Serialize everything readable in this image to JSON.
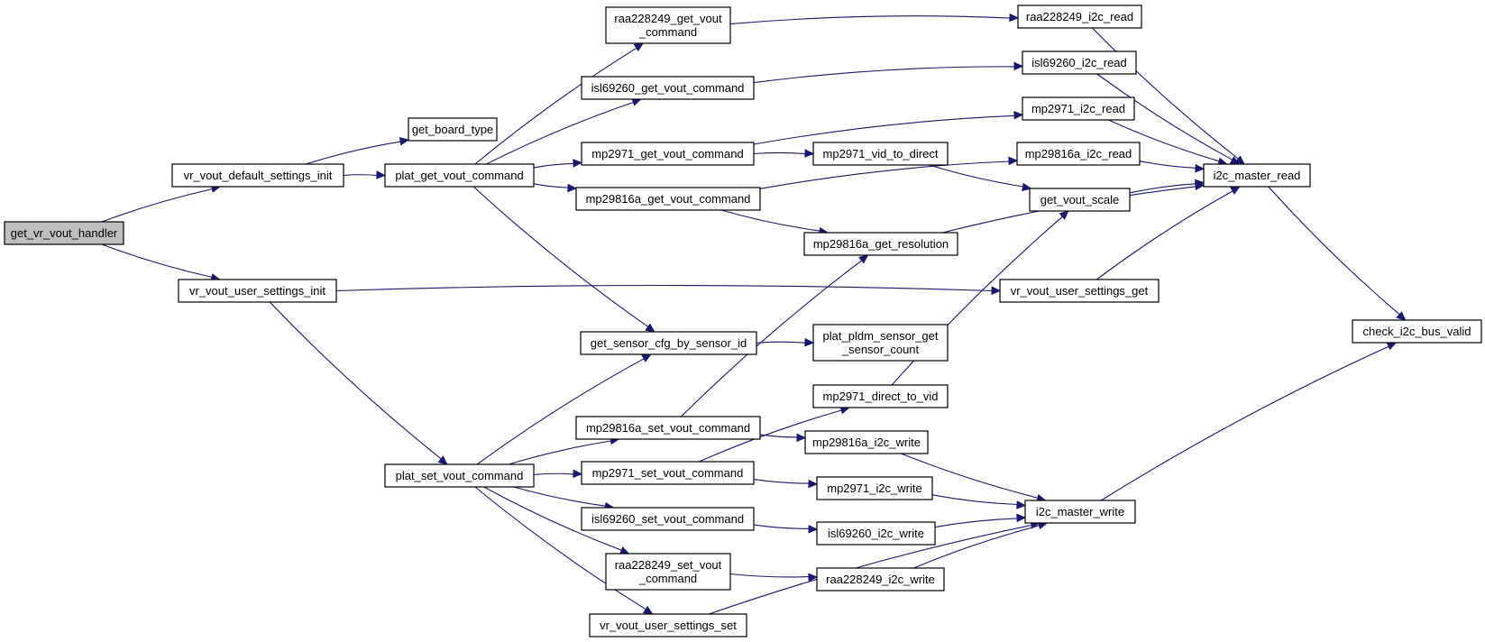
{
  "graph": {
    "colors": {
      "edge": "#191970",
      "node_fill": "#ffffff",
      "root_fill": "#bfbfbf",
      "border": "#000000"
    },
    "nodes": [
      {
        "id": "get_vr_vout_handler",
        "lines": [
          "get_vr_vout_handler"
        ],
        "root": true
      },
      {
        "id": "vr_vout_default_settings_init",
        "lines": [
          "vr_vout_default_settings_init"
        ]
      },
      {
        "id": "vr_vout_user_settings_init",
        "lines": [
          "vr_vout_user_settings_init"
        ]
      },
      {
        "id": "get_board_type",
        "lines": [
          "get_board_type"
        ]
      },
      {
        "id": "plat_get_vout_command",
        "lines": [
          "plat_get_vout_command"
        ]
      },
      {
        "id": "plat_set_vout_command",
        "lines": [
          "plat_set_vout_command"
        ]
      },
      {
        "id": "raa228249_get_vout_command",
        "lines": [
          "raa228249_get_vout",
          "_command"
        ]
      },
      {
        "id": "isl69260_get_vout_command",
        "lines": [
          "isl69260_get_vout_command"
        ]
      },
      {
        "id": "mp2971_get_vout_command",
        "lines": [
          "mp2971_get_vout_command"
        ]
      },
      {
        "id": "mp29816a_get_vout_command",
        "lines": [
          "mp29816a_get_vout_command"
        ]
      },
      {
        "id": "get_sensor_cfg_by_sensor_id",
        "lines": [
          "get_sensor_cfg_by_sensor_id"
        ]
      },
      {
        "id": "mp29816a_set_vout_command",
        "lines": [
          "mp29816a_set_vout_command"
        ]
      },
      {
        "id": "mp2971_set_vout_command",
        "lines": [
          "mp2971_set_vout_command"
        ]
      },
      {
        "id": "isl69260_set_vout_command",
        "lines": [
          "isl69260_set_vout_command"
        ]
      },
      {
        "id": "raa228249_set_vout_command",
        "lines": [
          "raa228249_set_vout",
          "_command"
        ]
      },
      {
        "id": "vr_vout_user_settings_set",
        "lines": [
          "vr_vout_user_settings_set"
        ]
      },
      {
        "id": "mp2971_vid_to_direct",
        "lines": [
          "mp2971_vid_to_direct"
        ]
      },
      {
        "id": "mp29816a_get_resolution",
        "lines": [
          "mp29816a_get_resolution"
        ]
      },
      {
        "id": "plat_pldm_sensor_get_sensor_count",
        "lines": [
          "plat_pldm_sensor_get",
          "_sensor_count"
        ]
      },
      {
        "id": "mp2971_direct_to_vid",
        "lines": [
          "mp2971_direct_to_vid"
        ]
      },
      {
        "id": "mp29816a_i2c_write",
        "lines": [
          "mp29816a_i2c_write"
        ]
      },
      {
        "id": "mp2971_i2c_write",
        "lines": [
          "mp2971_i2c_write"
        ]
      },
      {
        "id": "isl69260_i2c_write",
        "lines": [
          "isl69260_i2c_write"
        ]
      },
      {
        "id": "raa228249_i2c_write",
        "lines": [
          "raa228249_i2c_write"
        ]
      },
      {
        "id": "raa228249_i2c_read",
        "lines": [
          "raa228249_i2c_read"
        ]
      },
      {
        "id": "isl69260_i2c_read",
        "lines": [
          "isl69260_i2c_read"
        ]
      },
      {
        "id": "mp2971_i2c_read",
        "lines": [
          "mp2971_i2c_read"
        ]
      },
      {
        "id": "mp29816a_i2c_read",
        "lines": [
          "mp29816a_i2c_read"
        ]
      },
      {
        "id": "get_vout_scale",
        "lines": [
          "get_vout_scale"
        ]
      },
      {
        "id": "vr_vout_user_settings_get",
        "lines": [
          "vr_vout_user_settings_get"
        ]
      },
      {
        "id": "i2c_master_read",
        "lines": [
          "i2c_master_read"
        ]
      },
      {
        "id": "i2c_master_write",
        "lines": [
          "i2c_master_write"
        ]
      },
      {
        "id": "check_i2c_bus_valid",
        "lines": [
          "check_i2c_bus_valid"
        ]
      }
    ],
    "edges": [
      [
        "get_vr_vout_handler",
        "vr_vout_default_settings_init"
      ],
      [
        "get_vr_vout_handler",
        "vr_vout_user_settings_init"
      ],
      [
        "vr_vout_default_settings_init",
        "get_board_type"
      ],
      [
        "vr_vout_default_settings_init",
        "plat_get_vout_command"
      ],
      [
        "vr_vout_user_settings_init",
        "vr_vout_user_settings_get"
      ],
      [
        "vr_vout_user_settings_init",
        "plat_set_vout_command"
      ],
      [
        "plat_get_vout_command",
        "raa228249_get_vout_command"
      ],
      [
        "plat_get_vout_command",
        "isl69260_get_vout_command"
      ],
      [
        "plat_get_vout_command",
        "mp2971_get_vout_command"
      ],
      [
        "plat_get_vout_command",
        "mp29816a_get_vout_command"
      ],
      [
        "plat_get_vout_command",
        "get_sensor_cfg_by_sensor_id"
      ],
      [
        "plat_set_vout_command",
        "get_sensor_cfg_by_sensor_id"
      ],
      [
        "plat_set_vout_command",
        "mp29816a_set_vout_command"
      ],
      [
        "plat_set_vout_command",
        "mp2971_set_vout_command"
      ],
      [
        "plat_set_vout_command",
        "isl69260_set_vout_command"
      ],
      [
        "plat_set_vout_command",
        "raa228249_set_vout_command"
      ],
      [
        "plat_set_vout_command",
        "vr_vout_user_settings_set"
      ],
      [
        "raa228249_get_vout_command",
        "raa228249_i2c_read"
      ],
      [
        "isl69260_get_vout_command",
        "isl69260_i2c_read"
      ],
      [
        "mp2971_get_vout_command",
        "mp2971_i2c_read"
      ],
      [
        "mp2971_get_vout_command",
        "mp2971_vid_to_direct"
      ],
      [
        "mp29816a_get_vout_command",
        "mp29816a_i2c_read"
      ],
      [
        "mp29816a_get_vout_command",
        "mp29816a_get_resolution"
      ],
      [
        "get_sensor_cfg_by_sensor_id",
        "plat_pldm_sensor_get_sensor_count"
      ],
      [
        "mp29816a_set_vout_command",
        "mp29816a_get_resolution"
      ],
      [
        "mp29816a_set_vout_command",
        "mp29816a_i2c_write"
      ],
      [
        "mp2971_set_vout_command",
        "mp2971_direct_to_vid"
      ],
      [
        "mp2971_set_vout_command",
        "mp2971_i2c_write"
      ],
      [
        "isl69260_set_vout_command",
        "isl69260_i2c_write"
      ],
      [
        "raa228249_set_vout_command",
        "raa228249_i2c_write"
      ],
      [
        "vr_vout_user_settings_set",
        "i2c_master_write"
      ],
      [
        "mp2971_vid_to_direct",
        "get_vout_scale"
      ],
      [
        "mp29816a_get_resolution",
        "i2c_master_read"
      ],
      [
        "mp2971_direct_to_vid",
        "get_vout_scale"
      ],
      [
        "mp29816a_i2c_write",
        "i2c_master_write"
      ],
      [
        "mp2971_i2c_write",
        "i2c_master_write"
      ],
      [
        "isl69260_i2c_write",
        "i2c_master_write"
      ],
      [
        "raa228249_i2c_write",
        "i2c_master_write"
      ],
      [
        "raa228249_i2c_read",
        "i2c_master_read"
      ],
      [
        "isl69260_i2c_read",
        "i2c_master_read"
      ],
      [
        "mp2971_i2c_read",
        "i2c_master_read"
      ],
      [
        "mp29816a_i2c_read",
        "i2c_master_read"
      ],
      [
        "get_vout_scale",
        "i2c_master_read"
      ],
      [
        "vr_vout_user_settings_get",
        "i2c_master_read"
      ],
      [
        "i2c_master_read",
        "check_i2c_bus_valid"
      ],
      [
        "i2c_master_write",
        "check_i2c_bus_valid"
      ]
    ]
  }
}
